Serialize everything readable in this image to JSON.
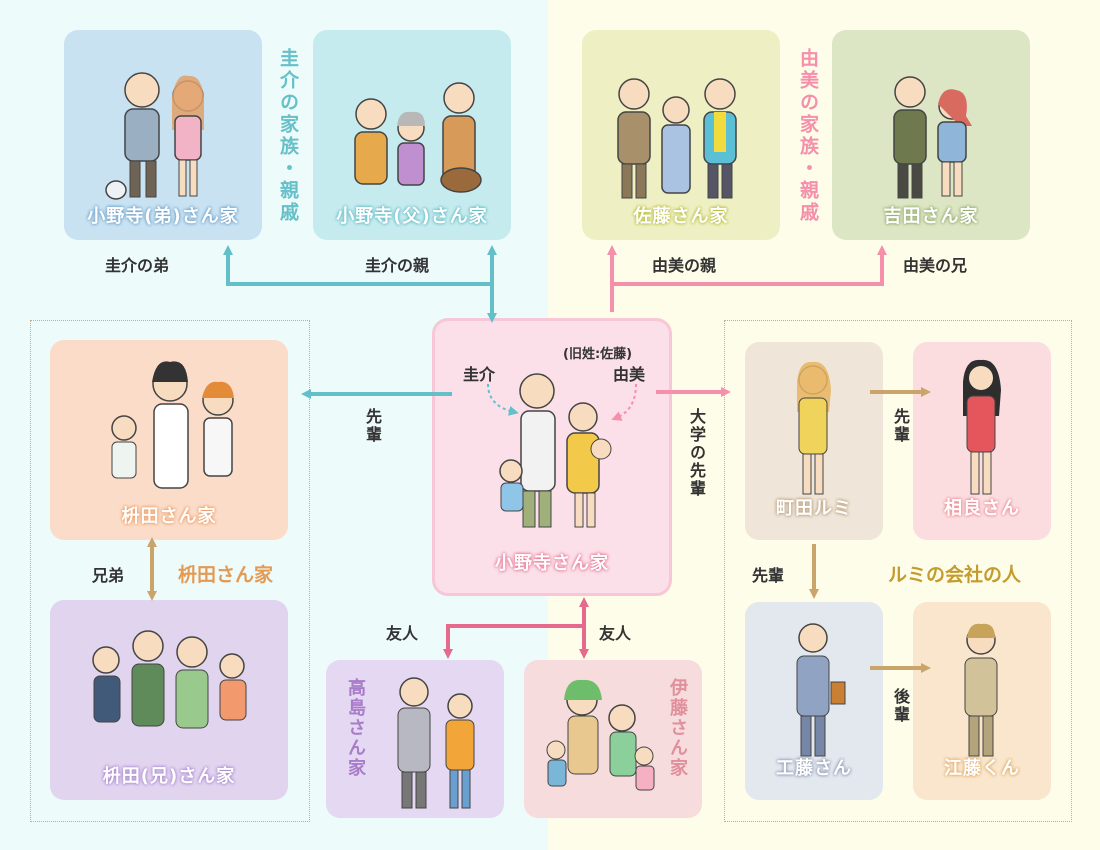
{
  "colors": {
    "teal": "#63c0c9",
    "pink": "#f58fab",
    "tan": "#caa56b",
    "magenta": "#e56a8d"
  },
  "titles": {
    "keisuke_family": "圭介の家族・親戚",
    "yumi_family": "由美の家族・親戚",
    "masuda_section": "枡田さん家",
    "rumi_company": "ルミの会社の人"
  },
  "cards": {
    "onodera_brother": "小野寺(弟)さん家",
    "onodera_father": "小野寺(父)さん家",
    "sato": "佐藤さん家",
    "yoshida": "吉田さん家",
    "masuda": "枡田さん家",
    "masuda_elder": "枡田(兄)さん家",
    "onodera_main": "小野寺さん家",
    "takashima": "高島さん家",
    "ito": "伊藤さん家",
    "machida": "町田ルミ",
    "aira": "相良さん",
    "kudo": "工藤さん",
    "eto": "江藤くん"
  },
  "relations": {
    "keisuke_brother": "圭介の弟",
    "keisuke_parents": "圭介の親",
    "yumi_parents": "由美の親",
    "yumi_brother": "由美の兄",
    "senpai_masuda": "先輩",
    "university_senpai": "大学の先輩",
    "brothers": "兄弟",
    "friend_left": "友人",
    "friend_right": "友人",
    "senpai_aira": "先輩",
    "senpai_kudo": "先輩",
    "kohai_eto": "後輩"
  },
  "center": {
    "keisuke": "圭介",
    "yumi": "由美",
    "maiden_name": "(旧姓:佐藤)"
  }
}
